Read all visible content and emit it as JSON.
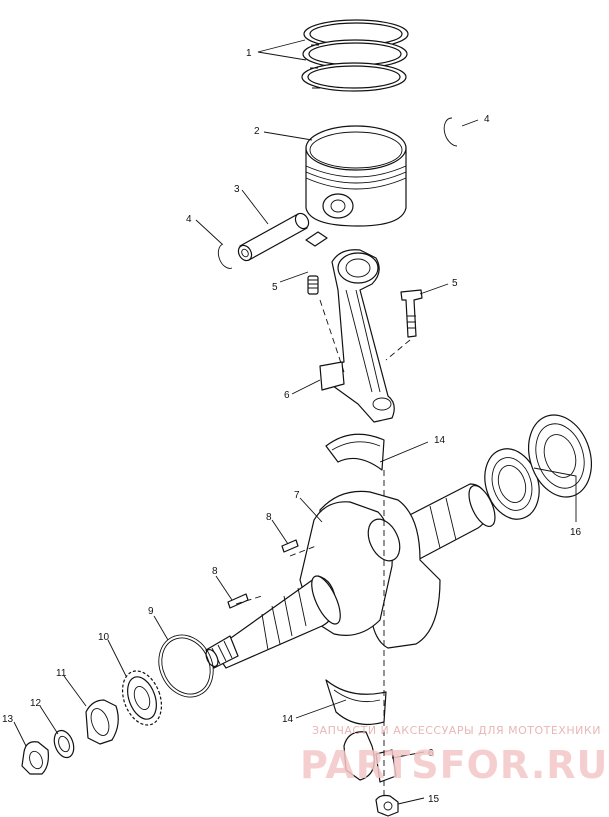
{
  "callouts": {
    "c1": "1",
    "c2": "2",
    "c3": "3",
    "c4a": "4",
    "c4b": "4",
    "c5a": "5",
    "c5b": "5",
    "c6a": "6",
    "c6b": "6",
    "c7": "7",
    "c8a": "8",
    "c8b": "8",
    "c9": "9",
    "c10": "10",
    "c11": "11",
    "c12": "12",
    "c13": "13",
    "c14a": "14",
    "c14b": "14",
    "c15": "15",
    "c16": "16"
  },
  "watermark": {
    "tagline": "ЗАПЧАСТИ И АКСЕССУАРЫ ДЛЯ МОТОТЕХНИКИ",
    "brand": "PARTSFOR.RU",
    "color": "#e9a3a3"
  }
}
